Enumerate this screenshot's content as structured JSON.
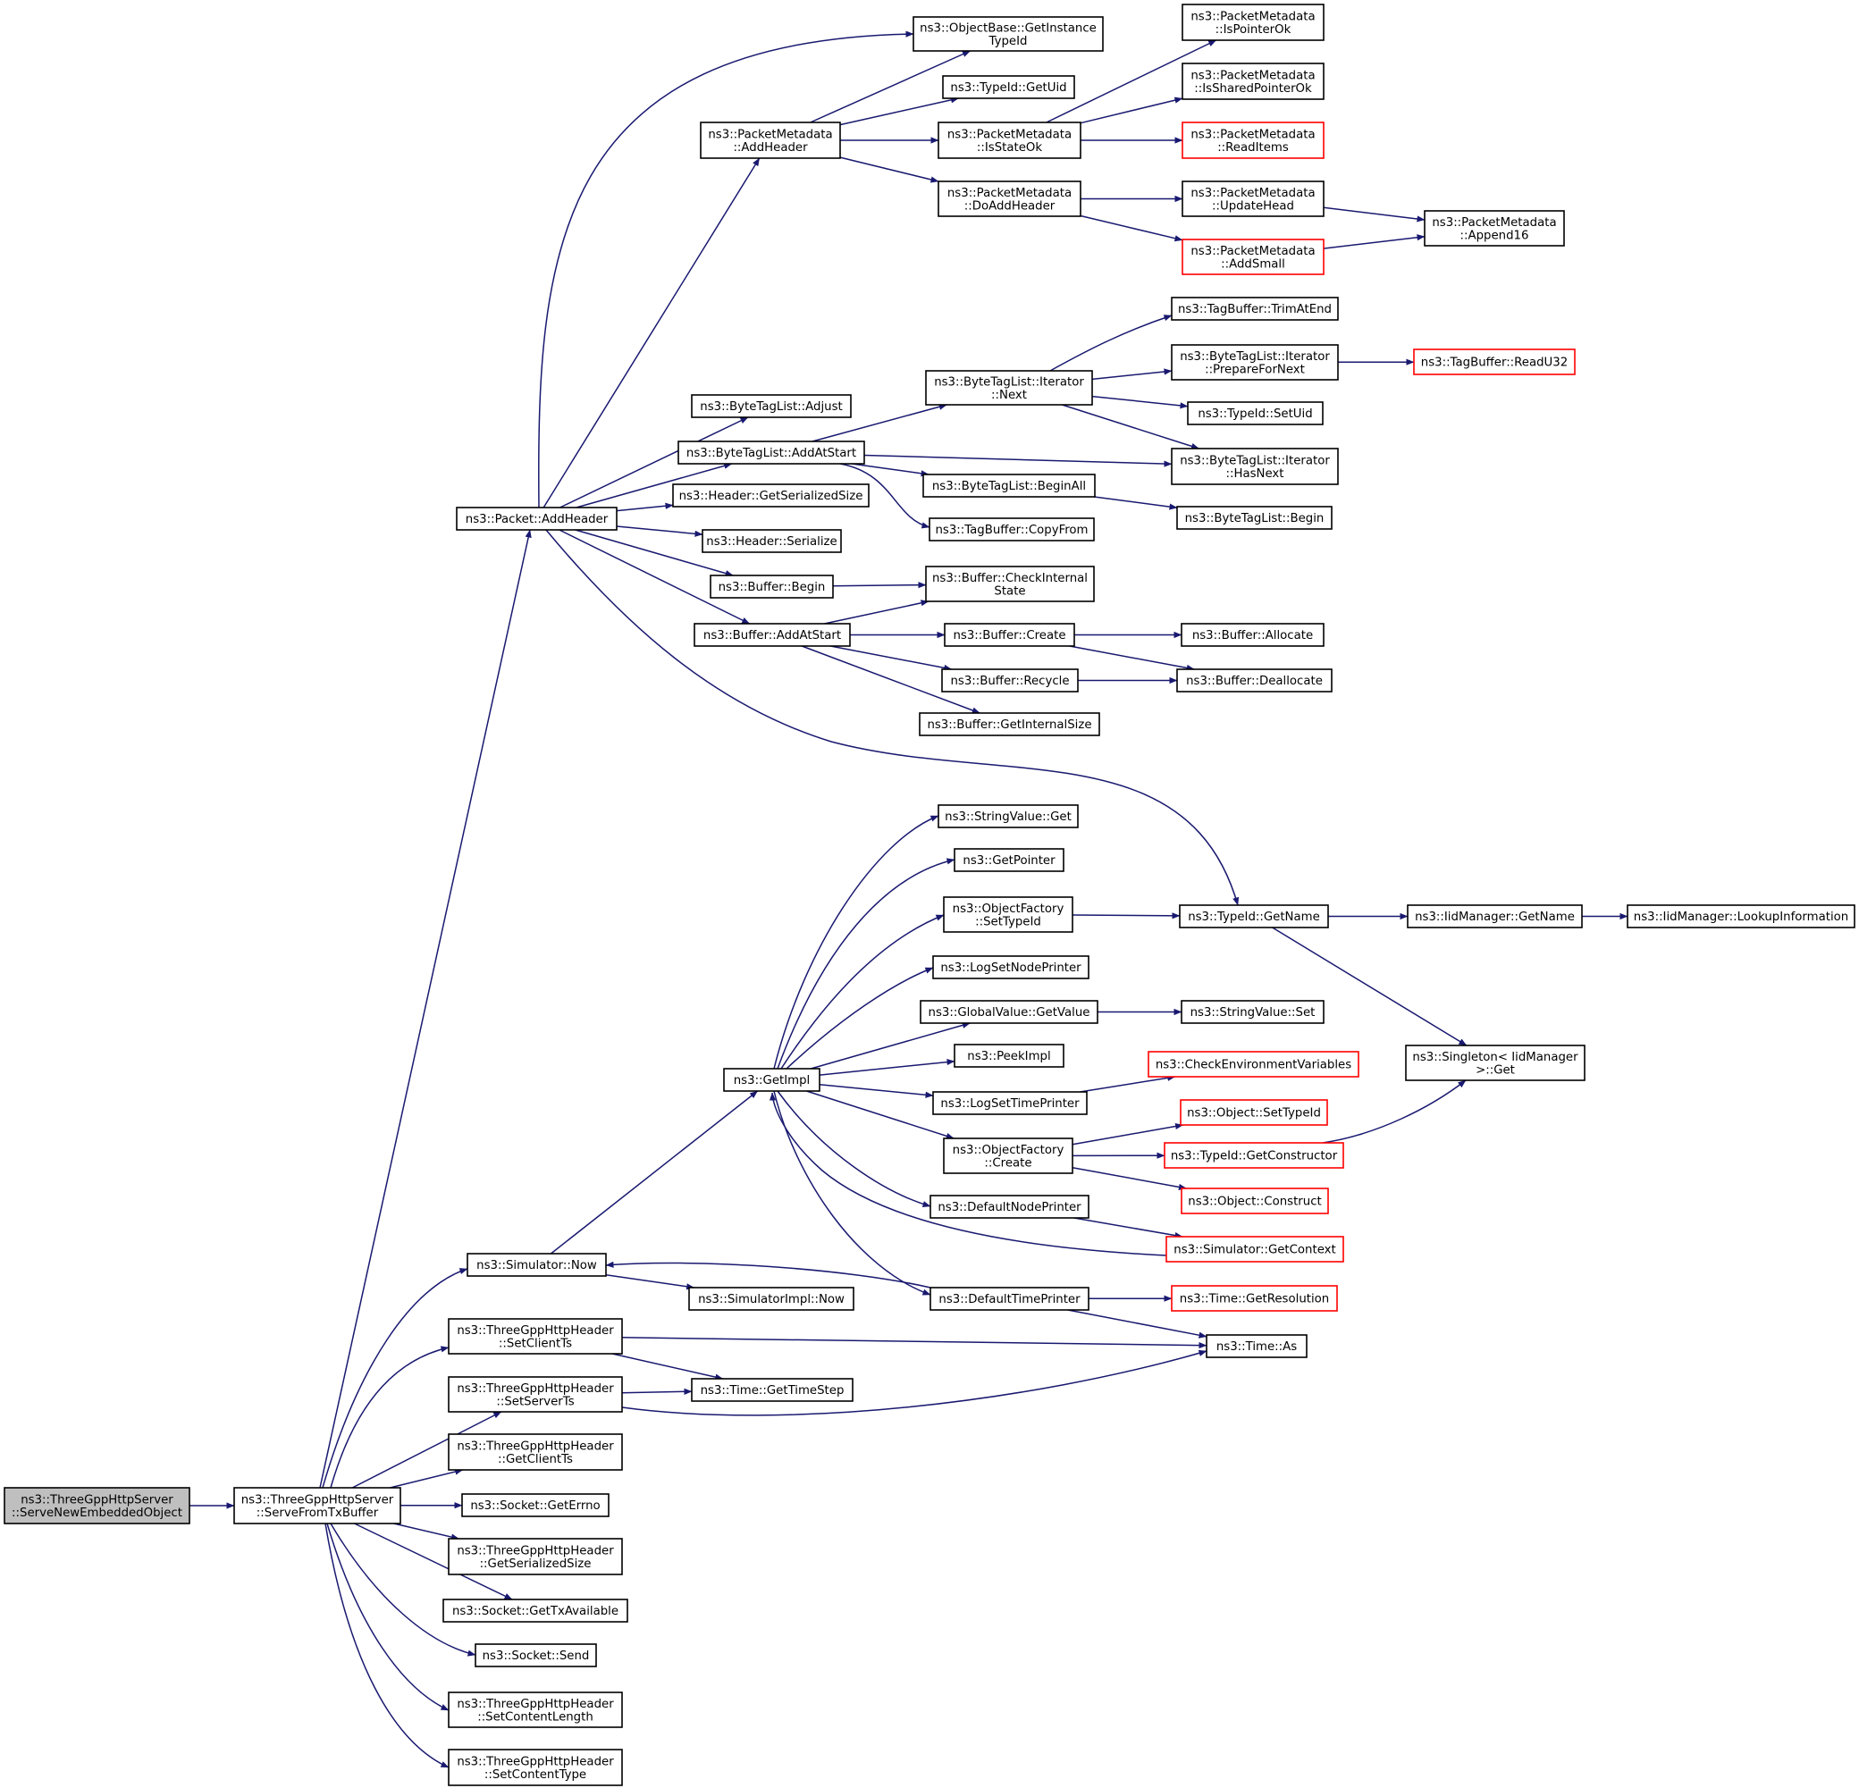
{
  "colors": {
    "edge": "#191970",
    "node_border": "#000000",
    "truncated_border": "#ff0000",
    "root_fill": "#bfbfbf",
    "node_fill": "#ffffff"
  },
  "nodes": [
    {
      "id": "n1",
      "lines": [
        "ns3::ThreeGppHttpServer",
        "::ServeNewEmbeddedObject"
      ],
      "style": "root"
    },
    {
      "id": "n2",
      "lines": [
        "ns3::ThreeGppHttpServer",
        "::ServeFromTxBuffer"
      ],
      "style": "normal"
    },
    {
      "id": "n3",
      "lines": [
        "ns3::Packet::AddHeader"
      ],
      "style": "normal"
    },
    {
      "id": "n4",
      "lines": [
        "ns3::PacketMetadata",
        "::AddHeader"
      ],
      "style": "normal"
    },
    {
      "id": "n5",
      "lines": [
        "ns3::ObjectBase::GetInstance",
        "TypeId"
      ],
      "style": "normal"
    },
    {
      "id": "n6",
      "lines": [
        "ns3::TypeId::GetUid"
      ],
      "style": "normal"
    },
    {
      "id": "n7",
      "lines": [
        "ns3::PacketMetadata",
        "::IsStateOk"
      ],
      "style": "normal"
    },
    {
      "id": "n8",
      "lines": [
        "ns3::PacketMetadata",
        "::IsPointerOk"
      ],
      "style": "normal"
    },
    {
      "id": "n9",
      "lines": [
        "ns3::PacketMetadata",
        "::IsSharedPointerOk"
      ],
      "style": "normal"
    },
    {
      "id": "n10",
      "lines": [
        "ns3::PacketMetadata",
        "::ReadItems"
      ],
      "style": "truncated"
    },
    {
      "id": "n11",
      "lines": [
        "ns3::PacketMetadata",
        "::DoAddHeader"
      ],
      "style": "normal"
    },
    {
      "id": "n12",
      "lines": [
        "ns3::PacketMetadata",
        "::UpdateHead"
      ],
      "style": "normal"
    },
    {
      "id": "n13",
      "lines": [
        "ns3::PacketMetadata",
        "::AddSmall"
      ],
      "style": "truncated"
    },
    {
      "id": "n14",
      "lines": [
        "ns3::PacketMetadata",
        "::Append16"
      ],
      "style": "normal"
    },
    {
      "id": "n15",
      "lines": [
        "ns3::ByteTagList::Adjust"
      ],
      "style": "normal"
    },
    {
      "id": "n16",
      "lines": [
        "ns3::ByteTagList::AddAtStart"
      ],
      "style": "normal"
    },
    {
      "id": "n17",
      "lines": [
        "ns3::ByteTagList::Iterator",
        "::Next"
      ],
      "style": "normal"
    },
    {
      "id": "n18",
      "lines": [
        "ns3::TagBuffer::TrimAtEnd"
      ],
      "style": "normal"
    },
    {
      "id": "n19",
      "lines": [
        "ns3::ByteTagList::Iterator",
        "::PrepareForNext"
      ],
      "style": "normal"
    },
    {
      "id": "n20",
      "lines": [
        "ns3::TagBuffer::ReadU32"
      ],
      "style": "truncated"
    },
    {
      "id": "n21",
      "lines": [
        "ns3::TypeId::SetUid"
      ],
      "style": "normal"
    },
    {
      "id": "n22",
      "lines": [
        "ns3::ByteTagList::Iterator",
        "::HasNext"
      ],
      "style": "normal"
    },
    {
      "id": "n23",
      "lines": [
        "ns3::ByteTagList::BeginAll"
      ],
      "style": "normal"
    },
    {
      "id": "n24",
      "lines": [
        "ns3::ByteTagList::Begin"
      ],
      "style": "normal"
    },
    {
      "id": "n25",
      "lines": [
        "ns3::TagBuffer::CopyFrom"
      ],
      "style": "normal"
    },
    {
      "id": "n26",
      "lines": [
        "ns3::Header::GetSerializedSize"
      ],
      "style": "normal"
    },
    {
      "id": "n27",
      "lines": [
        "ns3::Header::Serialize"
      ],
      "style": "normal"
    },
    {
      "id": "n28",
      "lines": [
        "ns3::Buffer::Begin"
      ],
      "style": "normal"
    },
    {
      "id": "n29",
      "lines": [
        "ns3::Buffer::CheckInternal",
        "State"
      ],
      "style": "normal"
    },
    {
      "id": "n30",
      "lines": [
        "ns3::Buffer::AddAtStart"
      ],
      "style": "normal"
    },
    {
      "id": "n31",
      "lines": [
        "ns3::Buffer::Create"
      ],
      "style": "normal"
    },
    {
      "id": "n32",
      "lines": [
        "ns3::Buffer::Allocate"
      ],
      "style": "normal"
    },
    {
      "id": "n33",
      "lines": [
        "ns3::Buffer::Recycle"
      ],
      "style": "normal"
    },
    {
      "id": "n34",
      "lines": [
        "ns3::Buffer::Deallocate"
      ],
      "style": "normal"
    },
    {
      "id": "n35",
      "lines": [
        "ns3::Buffer::GetInternalSize"
      ],
      "style": "normal"
    },
    {
      "id": "n36",
      "lines": [
        "ns3::TypeId::GetName"
      ],
      "style": "normal"
    },
    {
      "id": "n37",
      "lines": [
        "ns3::IidManager::GetName"
      ],
      "style": "normal"
    },
    {
      "id": "n38",
      "lines": [
        "ns3::IidManager::LookupInformation"
      ],
      "style": "normal"
    },
    {
      "id": "n39",
      "lines": [
        "ns3::Singleton< IidManager",
        " >::Get"
      ],
      "style": "normal"
    },
    {
      "id": "n40",
      "lines": [
        "ns3::StringValue::Get"
      ],
      "style": "normal"
    },
    {
      "id": "n41",
      "lines": [
        "ns3::GetPointer"
      ],
      "style": "normal"
    },
    {
      "id": "n42",
      "lines": [
        "ns3::ObjectFactory",
        "::SetTypeId"
      ],
      "style": "normal"
    },
    {
      "id": "n43",
      "lines": [
        "ns3::LogSetNodePrinter"
      ],
      "style": "normal"
    },
    {
      "id": "n44",
      "lines": [
        "ns3::GlobalValue::GetValue"
      ],
      "style": "normal"
    },
    {
      "id": "n45",
      "lines": [
        "ns3::StringValue::Set"
      ],
      "style": "normal"
    },
    {
      "id": "n46",
      "lines": [
        "ns3::PeekImpl"
      ],
      "style": "normal"
    },
    {
      "id": "n47",
      "lines": [
        "ns3::GetImpl"
      ],
      "style": "normal"
    },
    {
      "id": "n48",
      "lines": [
        "ns3::CheckEnvironmentVariables"
      ],
      "style": "truncated"
    },
    {
      "id": "n49",
      "lines": [
        "ns3::LogSetTimePrinter"
      ],
      "style": "normal"
    },
    {
      "id": "n50",
      "lines": [
        "ns3::Object::SetTypeId"
      ],
      "style": "truncated"
    },
    {
      "id": "n51",
      "lines": [
        "ns3::ObjectFactory",
        "::Create"
      ],
      "style": "normal"
    },
    {
      "id": "n52",
      "lines": [
        "ns3::TypeId::GetConstructor"
      ],
      "style": "truncated"
    },
    {
      "id": "n53",
      "lines": [
        "ns3::Object::Construct"
      ],
      "style": "truncated"
    },
    {
      "id": "n54",
      "lines": [
        "ns3::DefaultNodePrinter"
      ],
      "style": "normal"
    },
    {
      "id": "n55",
      "lines": [
        "ns3::Simulator::GetContext"
      ],
      "style": "truncated"
    },
    {
      "id": "n56",
      "lines": [
        "ns3::Simulator::Now"
      ],
      "style": "normal"
    },
    {
      "id": "n57",
      "lines": [
        "ns3::SimulatorImpl::Now"
      ],
      "style": "normal"
    },
    {
      "id": "n58",
      "lines": [
        "ns3::DefaultTimePrinter"
      ],
      "style": "normal"
    },
    {
      "id": "n59",
      "lines": [
        "ns3::Time::GetResolution"
      ],
      "style": "truncated"
    },
    {
      "id": "n60",
      "lines": [
        "ns3::Time::As"
      ],
      "style": "normal"
    },
    {
      "id": "n61",
      "lines": [
        "ns3::ThreeGppHttpHeader",
        "::SetClientTs"
      ],
      "style": "normal"
    },
    {
      "id": "n62",
      "lines": [
        "ns3::Time::GetTimeStep"
      ],
      "style": "normal"
    },
    {
      "id": "n63",
      "lines": [
        "ns3::ThreeGppHttpHeader",
        "::SetServerTs"
      ],
      "style": "normal"
    },
    {
      "id": "n64",
      "lines": [
        "ns3::ThreeGppHttpHeader",
        "::GetClientTs"
      ],
      "style": "normal"
    },
    {
      "id": "n65",
      "lines": [
        "ns3::Socket::GetErrno"
      ],
      "style": "normal"
    },
    {
      "id": "n66",
      "lines": [
        "ns3::ThreeGppHttpHeader",
        "::GetSerializedSize"
      ],
      "style": "normal"
    },
    {
      "id": "n67",
      "lines": [
        "ns3::Socket::GetTxAvailable"
      ],
      "style": "normal"
    },
    {
      "id": "n68",
      "lines": [
        "ns3::Socket::Send"
      ],
      "style": "normal"
    },
    {
      "id": "n69",
      "lines": [
        "ns3::ThreeGppHttpHeader",
        "::SetContentLength"
      ],
      "style": "normal"
    },
    {
      "id": "n70",
      "lines": [
        "ns3::ThreeGppHttpHeader",
        "::SetContentType"
      ],
      "style": "normal"
    }
  ],
  "edges": [
    [
      "n1",
      "n2"
    ],
    [
      "n2",
      "n3"
    ],
    [
      "n2",
      "n56"
    ],
    [
      "n2",
      "n61"
    ],
    [
      "n2",
      "n63"
    ],
    [
      "n2",
      "n64"
    ],
    [
      "n2",
      "n65"
    ],
    [
      "n2",
      "n66"
    ],
    [
      "n2",
      "n67"
    ],
    [
      "n2",
      "n68"
    ],
    [
      "n2",
      "n69"
    ],
    [
      "n2",
      "n70"
    ],
    [
      "n3",
      "n4"
    ],
    [
      "n3",
      "n5"
    ],
    [
      "n3",
      "n15"
    ],
    [
      "n3",
      "n16"
    ],
    [
      "n3",
      "n26"
    ],
    [
      "n3",
      "n27"
    ],
    [
      "n3",
      "n28"
    ],
    [
      "n3",
      "n30"
    ],
    [
      "n3",
      "n36"
    ],
    [
      "n4",
      "n5"
    ],
    [
      "n4",
      "n6"
    ],
    [
      "n4",
      "n7"
    ],
    [
      "n4",
      "n11"
    ],
    [
      "n7",
      "n8"
    ],
    [
      "n7",
      "n9"
    ],
    [
      "n7",
      "n10"
    ],
    [
      "n11",
      "n12"
    ],
    [
      "n11",
      "n13"
    ],
    [
      "n12",
      "n14"
    ],
    [
      "n13",
      "n14"
    ],
    [
      "n16",
      "n17"
    ],
    [
      "n16",
      "n22"
    ],
    [
      "n16",
      "n23"
    ],
    [
      "n16",
      "n25"
    ],
    [
      "n17",
      "n18"
    ],
    [
      "n17",
      "n19"
    ],
    [
      "n17",
      "n21"
    ],
    [
      "n17",
      "n22"
    ],
    [
      "n19",
      "n20"
    ],
    [
      "n23",
      "n24"
    ],
    [
      "n28",
      "n29"
    ],
    [
      "n30",
      "n29"
    ],
    [
      "n30",
      "n31"
    ],
    [
      "n30",
      "n33"
    ],
    [
      "n30",
      "n35"
    ],
    [
      "n31",
      "n32"
    ],
    [
      "n31",
      "n34"
    ],
    [
      "n33",
      "n34"
    ],
    [
      "n36",
      "n37"
    ],
    [
      "n36",
      "n39"
    ],
    [
      "n37",
      "n38"
    ],
    [
      "n56",
      "n47"
    ],
    [
      "n56",
      "n57"
    ],
    [
      "n47",
      "n40"
    ],
    [
      "n47",
      "n41"
    ],
    [
      "n47",
      "n42"
    ],
    [
      "n47",
      "n43"
    ],
    [
      "n47",
      "n44"
    ],
    [
      "n47",
      "n46"
    ],
    [
      "n47",
      "n49"
    ],
    [
      "n47",
      "n51"
    ],
    [
      "n47",
      "n54"
    ],
    [
      "n47",
      "n58"
    ],
    [
      "n42",
      "n36"
    ],
    [
      "n44",
      "n45"
    ],
    [
      "n49",
      "n48"
    ],
    [
      "n51",
      "n50"
    ],
    [
      "n51",
      "n52"
    ],
    [
      "n51",
      "n53"
    ],
    [
      "n52",
      "n39"
    ],
    [
      "n54",
      "n55"
    ],
    [
      "n55",
      "n47"
    ],
    [
      "n58",
      "n56"
    ],
    [
      "n58",
      "n59"
    ],
    [
      "n58",
      "n60"
    ],
    [
      "n61",
      "n60"
    ],
    [
      "n61",
      "n62"
    ],
    [
      "n63",
      "n62"
    ],
    [
      "n63",
      "n60"
    ]
  ]
}
